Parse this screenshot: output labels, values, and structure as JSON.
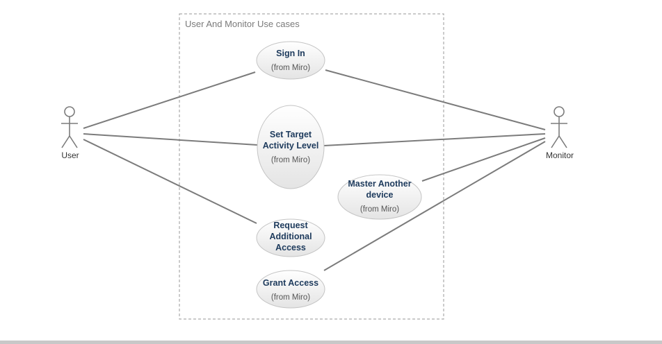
{
  "boundary": {
    "title": "User And Monitor Use cases"
  },
  "actors": {
    "user": {
      "label": "User"
    },
    "monitor": {
      "label": "Monitor"
    }
  },
  "use_cases": {
    "sign_in": {
      "name": "Sign In",
      "source": "(from Miro)"
    },
    "set_target": {
      "name_line1": "Set Target",
      "name_line2": "Activity Level",
      "source": "(from Miro)"
    },
    "master_device": {
      "name_line1": "Master Another",
      "name_line2": "device",
      "source": "(from Miro)"
    },
    "request_access": {
      "name_line1": "Request",
      "name_line2": "Additional",
      "name_line3": "Access"
    },
    "grant_access": {
      "name": "Grant Access",
      "source": "(from Miro)"
    }
  },
  "colors": {
    "line": "#7b7b7b",
    "use_case_text": "#1d3a5c",
    "boundary_border": "#aaaaaa",
    "use_case_fill_top": "#ffffff",
    "use_case_fill_bottom": "#e6e6e6"
  }
}
